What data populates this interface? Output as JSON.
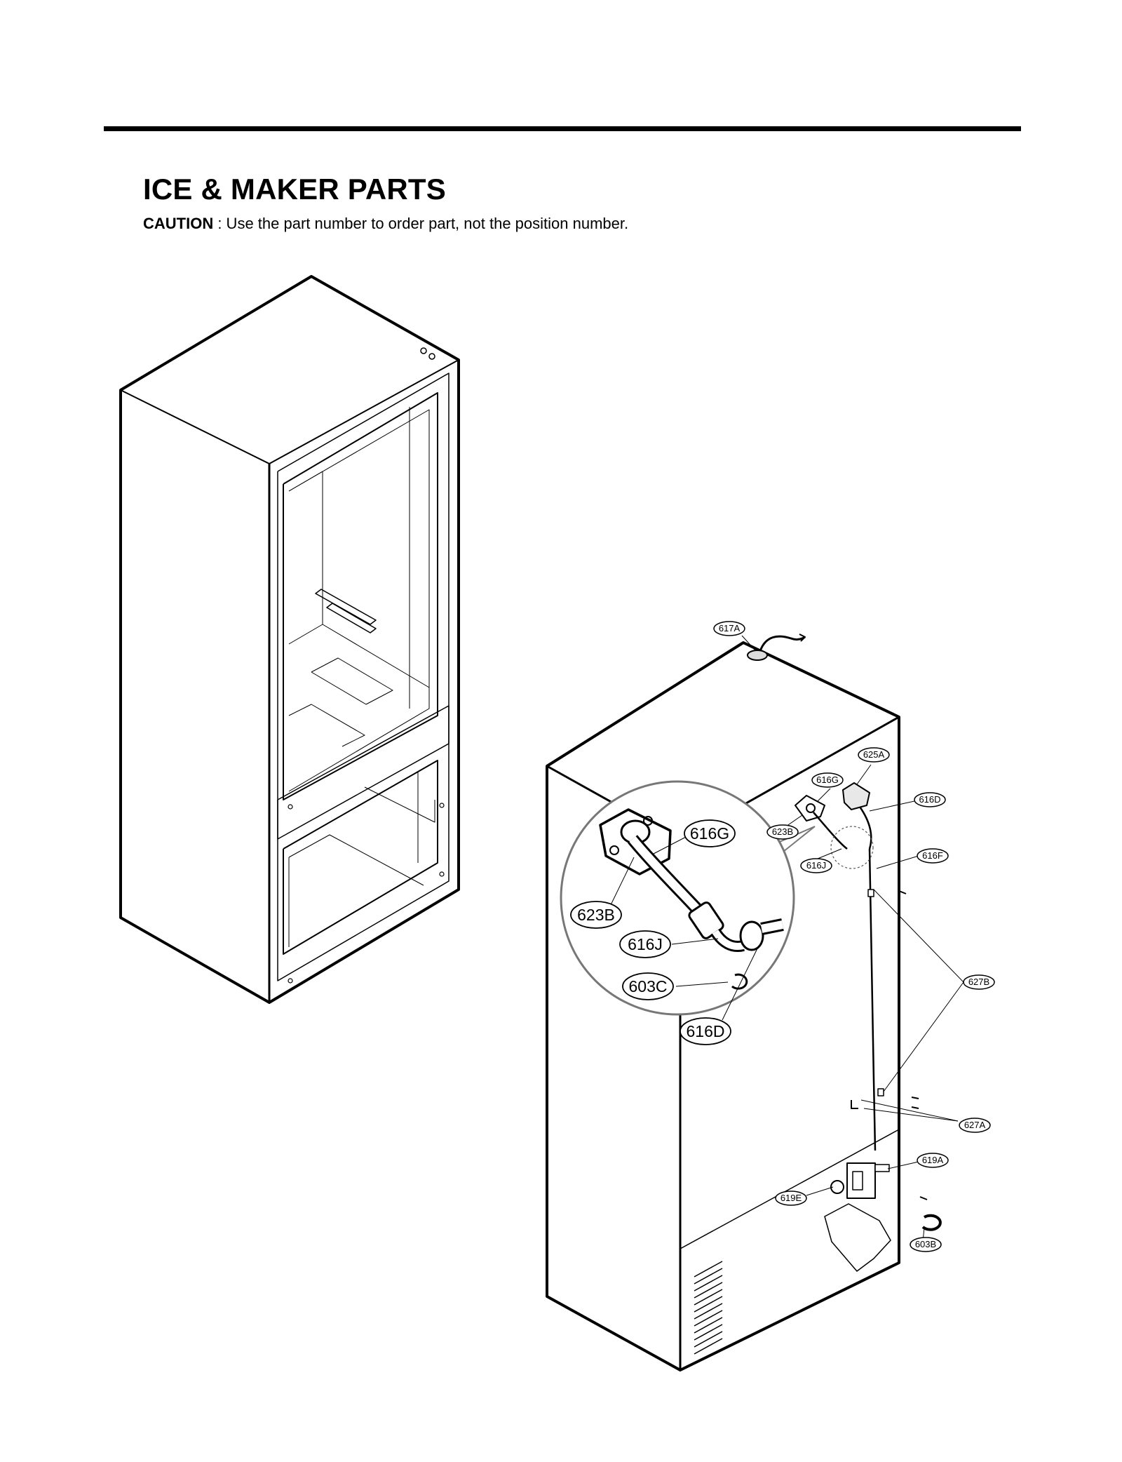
{
  "page": {
    "title": "ICE & MAKER PARTS",
    "caution_label": "CAUTION",
    "caution_text": " : Use the part number to order part, not the position number."
  },
  "callouts": {
    "c617A": "617A",
    "c625A": "625A",
    "c616G": "616G",
    "c616D": "616D",
    "c623B": "623B",
    "c616J": "616J",
    "c616F": "616F",
    "c627B": "627B",
    "c627A": "627A",
    "c619A": "619A",
    "c619E": "619E",
    "c603B": "603B"
  },
  "detail": {
    "d616G": "616G",
    "d623B": "623B",
    "d616J": "616J",
    "d603C": "603C",
    "d616D": "616D"
  }
}
